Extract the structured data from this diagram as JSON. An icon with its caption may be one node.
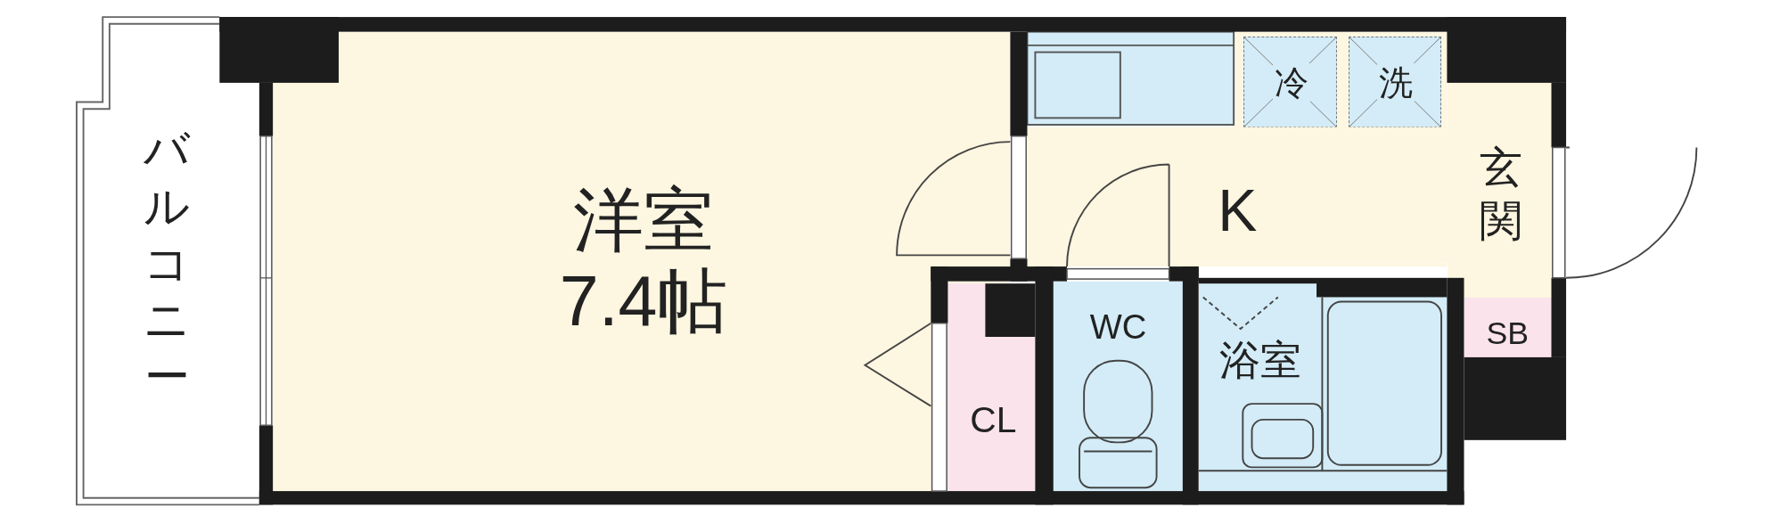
{
  "diagram": {
    "nodes": [
      {
        "text": [
          "バルコニー"
        ]
      },
      {
        "text": [
          "洋室7.4帖"
        ]
      },
      {
        "text": [
          "K"
        ]
      },
      {
        "text": [
          "冷"
        ]
      },
      {
        "text": [
          "洗"
        ]
      },
      {
        "text": [
          "玄関"
        ]
      },
      {
        "text": [
          "SB"
        ]
      },
      {
        "text": [
          "CL"
        ]
      },
      {
        "text": [
          "WC"
        ]
      },
      {
        "text": [
          "浴室"
        ]
      }
    ]
  }
}
